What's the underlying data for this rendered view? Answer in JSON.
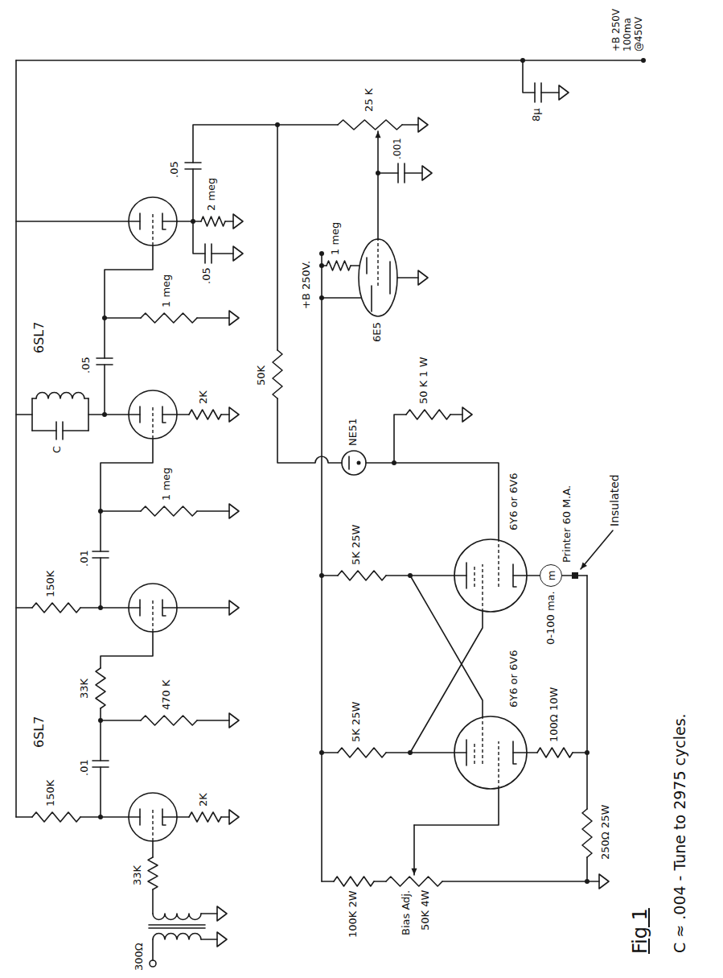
{
  "diagram": {
    "caption": "Fig 1",
    "nodes": [
      {
        "text": [
          "m"
        ]
      }
    ],
    "labels": [
      "300Ω",
      "33K",
      "150K",
      "2K",
      ".01",
      "6SL7",
      "470 K",
      "33K",
      "150K",
      ".01",
      "1 meg",
      "C",
      "2K",
      ".05",
      "6SL7",
      "1 meg",
      ".05",
      "2 meg",
      ".05",
      "50K",
      "25 K",
      ".001",
      "1 meg",
      "6E5",
      "+B 250V.",
      "NE51",
      "50 K 1 W",
      "5K 25W",
      "5K 25W",
      "100K 2W",
      "Bias Adj.",
      "50K 4W",
      "6Y6 or 6V6",
      "6Y6 or 6V6",
      "100Ω 10W",
      "0-100 ma.",
      "Printer 60 M.A.",
      "Insulated",
      "250Ω 25W",
      "8μ",
      "+B 250V 100ma @450V",
      "C ≈ .004 - Tune to 2975 cycles."
    ]
  }
}
